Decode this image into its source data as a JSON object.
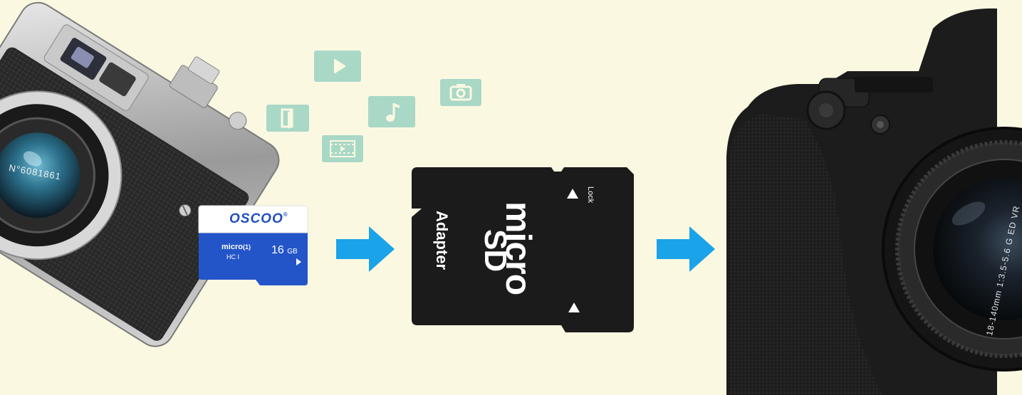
{
  "memory_card": {
    "brand": "OSCOO",
    "brand_mark": "®",
    "type_label": "micro",
    "class_label": "(1)",
    "hc_label": "HC",
    "uhs_label": "I",
    "capacity": "16",
    "capacity_unit": "GB"
  },
  "adapter": {
    "label": "Adapter",
    "lock_label": "Lock",
    "logo_micro": "micro",
    "logo_sd": "SD"
  },
  "left_camera": {
    "serial": "N°6081861"
  },
  "right_camera": {
    "lens_text": "18-140mm 1:3.5-5.6 G ED VR"
  },
  "media_icons": [
    "play-icon",
    "book-icon",
    "music-icon",
    "camera-icon",
    "film-icon"
  ],
  "colors": {
    "background": "#fbf8e2",
    "icon_tile": "#a9d8c6",
    "arrow": "#1aa3e8",
    "card_blue": "#2455c8",
    "adapter_black": "#1b1b1b"
  }
}
